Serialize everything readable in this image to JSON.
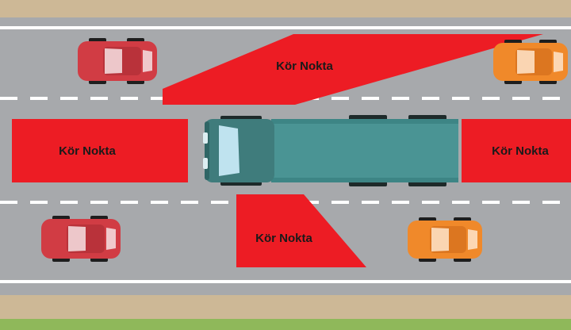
{
  "blind_spot_label": "Kör Nokta",
  "zones": [
    {
      "id": "front-left",
      "label": "Kör Nokta"
    },
    {
      "id": "left-side",
      "label": "Kör Nokta"
    },
    {
      "id": "rear",
      "label": "Kör Nokta"
    },
    {
      "id": "front-right",
      "label": "Kör Nokta"
    }
  ],
  "colors": {
    "road": "#a7a9ac",
    "lane_marking": "#ffffff",
    "blind_zone": "#ed1c24",
    "truck_cab": "#3f7c7c",
    "truck_trailer": "#4a9494",
    "red_car": "#d13c44",
    "orange_car": "#f0892a",
    "sidewalk": "#cdb896",
    "grass": "#8fb85a"
  },
  "icons": [
    "truck-icon",
    "red-car-icon",
    "orange-car-icon"
  ]
}
